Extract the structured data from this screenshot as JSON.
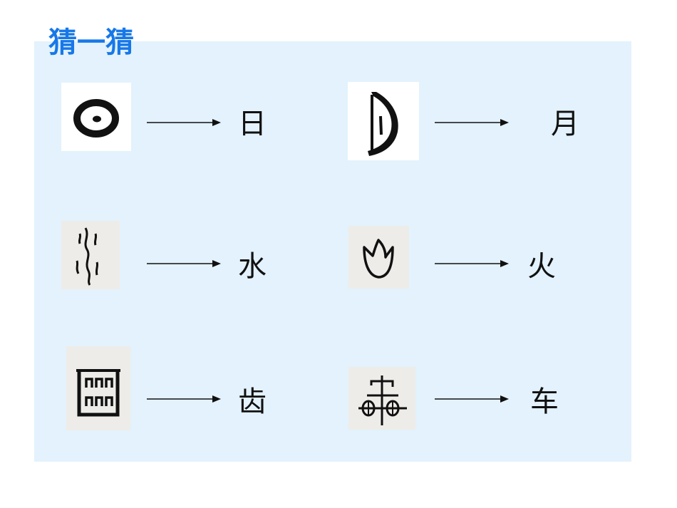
{
  "title": "猜一猜",
  "pairs": [
    {
      "glyph": "sun-oracle-glyph",
      "char": "日"
    },
    {
      "glyph": "moon-oracle-glyph",
      "char": "月"
    },
    {
      "glyph": "water-oracle-glyph",
      "char": "水"
    },
    {
      "glyph": "fire-oracle-glyph",
      "char": "火"
    },
    {
      "glyph": "tooth-oracle-glyph",
      "char": "齿"
    },
    {
      "glyph": "cart-oracle-glyph",
      "char": "车"
    }
  ],
  "colors": {
    "title": "#1778e8",
    "panel": "#e3f2fc",
    "ink": "#111111"
  }
}
